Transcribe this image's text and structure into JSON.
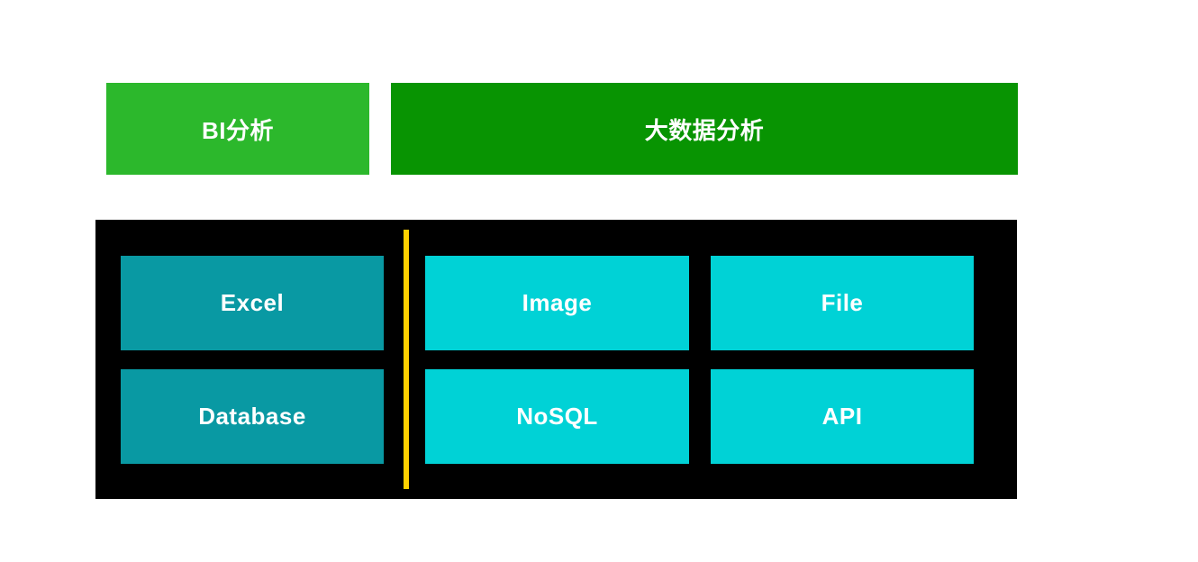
{
  "diagram": {
    "header": {
      "bi": {
        "label": "BI分析"
      },
      "bigdata": {
        "label": "大数据分析"
      }
    },
    "sources": {
      "bi": [
        {
          "label": "Excel"
        },
        {
          "label": "Database"
        }
      ],
      "bigdata": [
        {
          "label": "Image"
        },
        {
          "label": "File"
        },
        {
          "label": "NoSQL"
        },
        {
          "label": "API"
        }
      ]
    }
  },
  "colors": {
    "bi_header_green": "#2CB82C",
    "bigdata_header_green": "#089402",
    "bi_source_teal": "#0999A3",
    "bigdata_source_cyan": "#00D2D6",
    "divider_yellow": "#FFD100",
    "panel_black": "#000000",
    "page_background": "#FFFFFF",
    "label_text": "#FFFFFF"
  }
}
